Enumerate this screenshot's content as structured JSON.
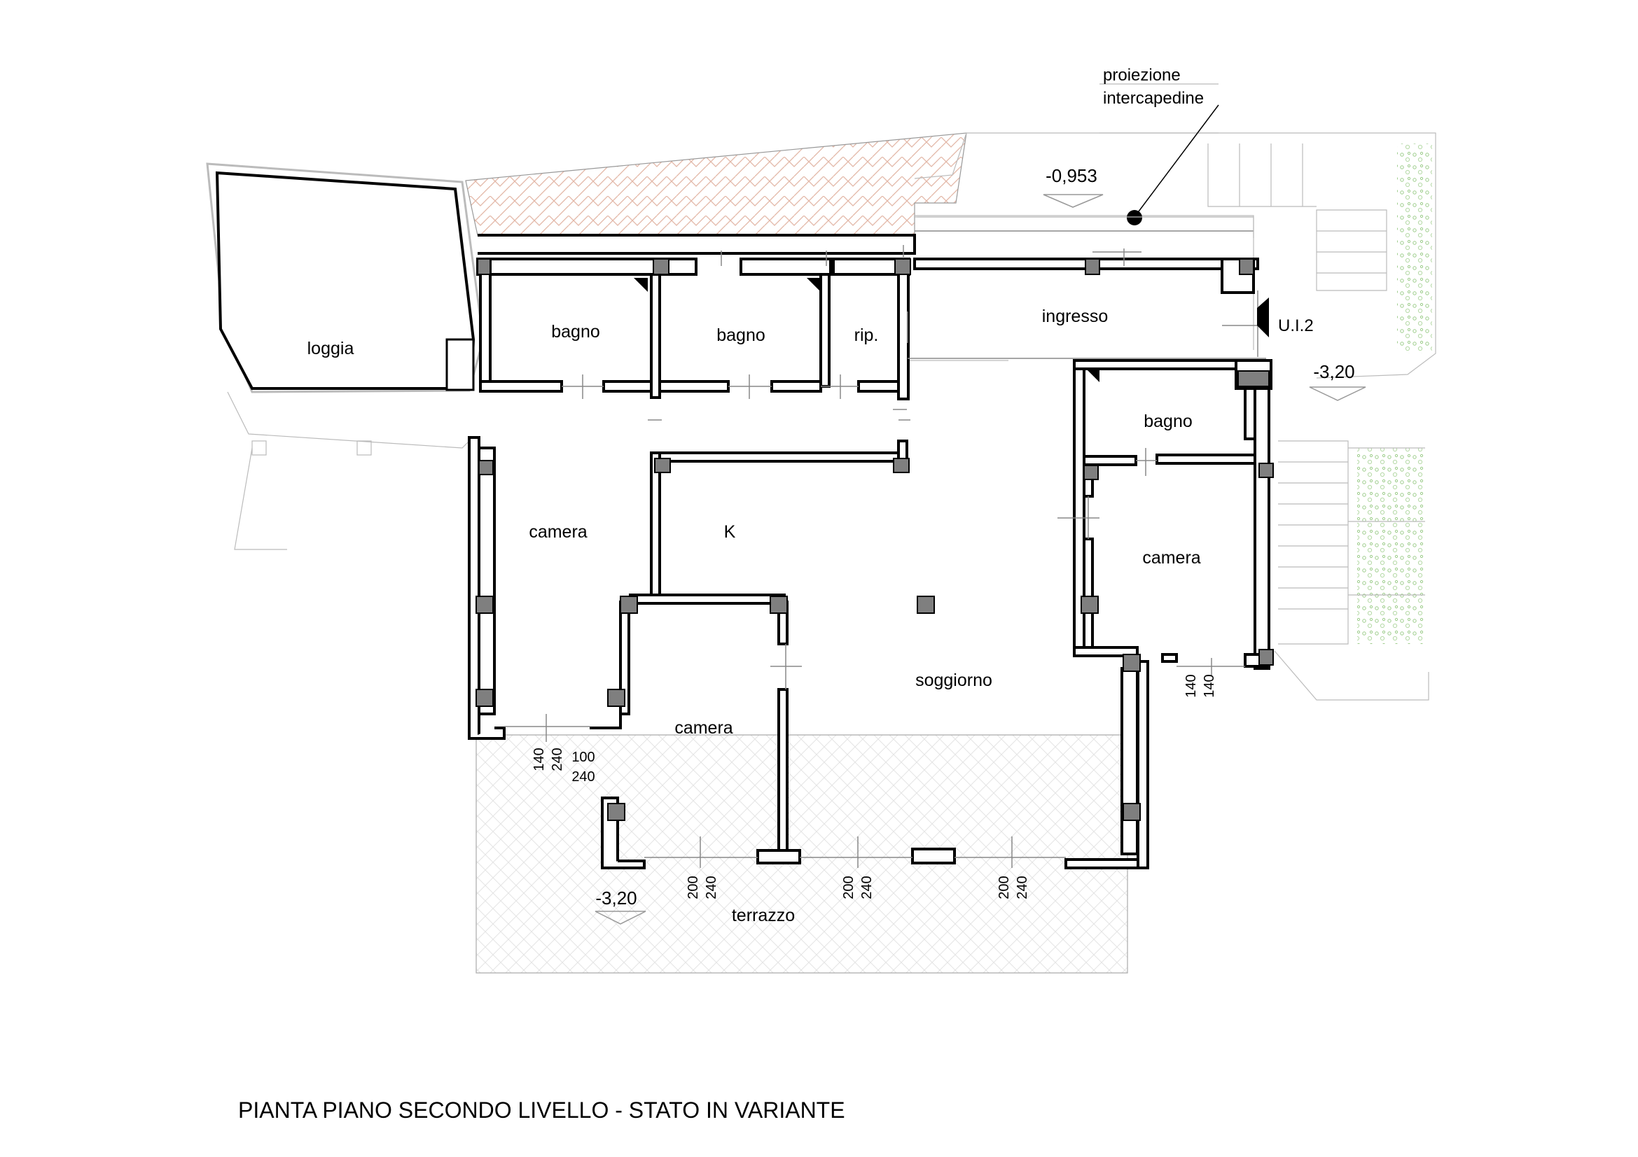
{
  "title": "PIANTA PIANO SECONDO LIVELLO - STATO IN VARIANTE",
  "rooms": {
    "loggia": "loggia",
    "bagno_1": "bagno",
    "bagno_2": "bagno",
    "ripostiglio": "rip.",
    "ingresso": "ingresso",
    "bagno_3": "bagno",
    "camera_left": "camera",
    "kitchen": "K",
    "camera_right": "camera",
    "camera_center": "camera",
    "soggiorno": "soggiorno",
    "terrazzo": "terrazzo"
  },
  "levels": {
    "top": "-0,953",
    "right": "-3,20",
    "terrace": "-3,20"
  },
  "annotations": {
    "projection_line1": "proiezione",
    "projection_line2": "intercapedine",
    "unit_label": "U.I.2"
  },
  "dimensions": {
    "w1_a": "140",
    "w1_b": "240",
    "w2_a": "100",
    "w2_b": "240",
    "w3_a": "140",
    "w3_b": "140",
    "d1_a": "200",
    "d1_b": "240",
    "d2_a": "200",
    "d2_b": "240",
    "d3_a": "200",
    "d3_b": "240"
  },
  "colors": {
    "wall": "#000000",
    "column": "#7f7f7f",
    "hatch": "#e3b8a8",
    "vegetation": "#9ccc8a"
  }
}
